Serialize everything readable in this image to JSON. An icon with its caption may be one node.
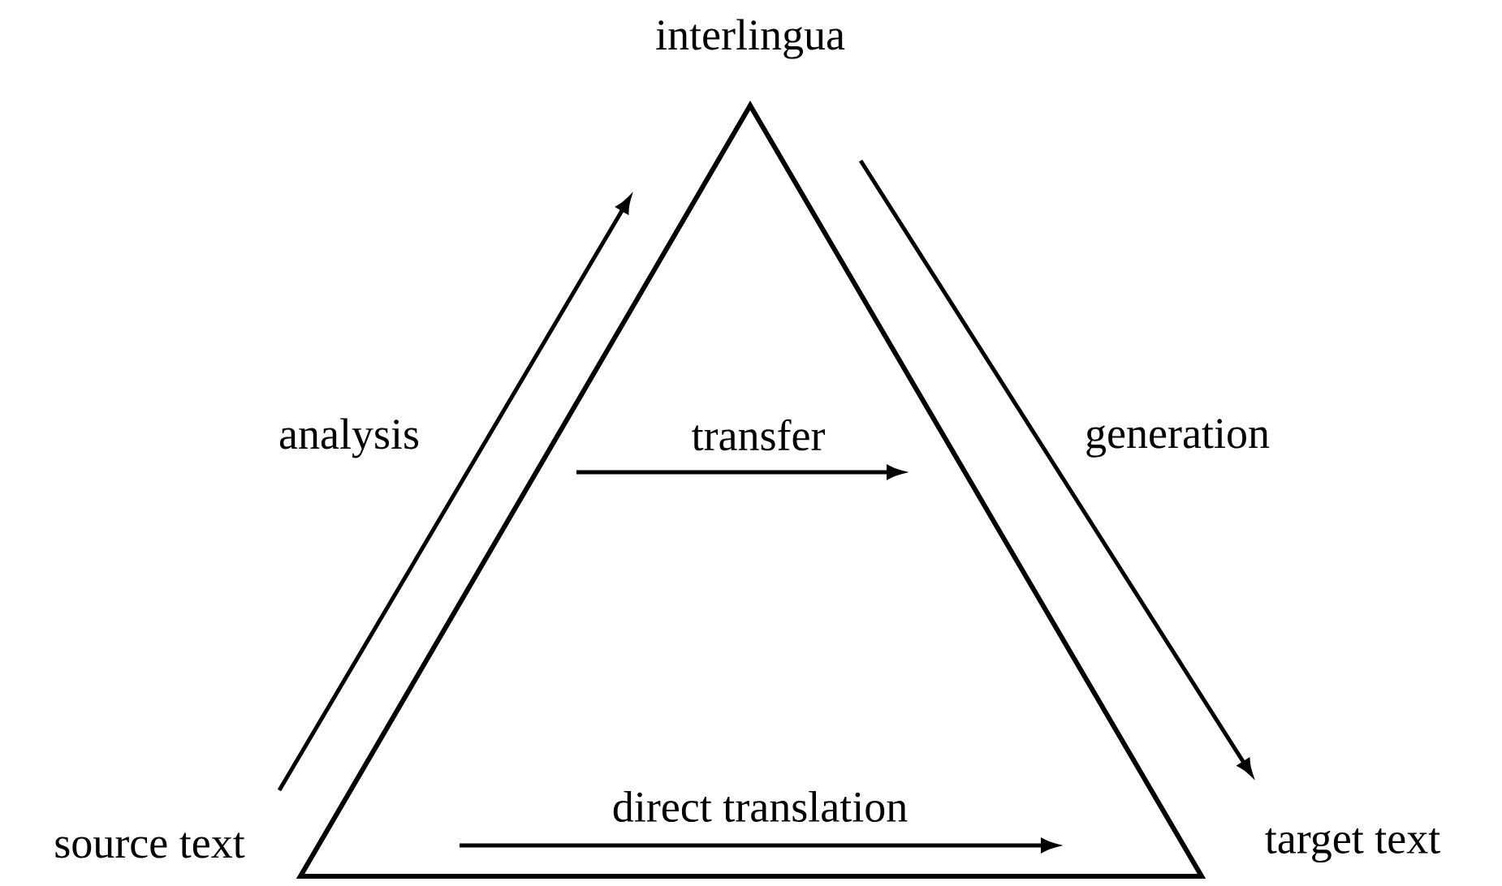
{
  "diagram": {
    "nodes": [
      {
        "text": [
          "interlingua"
        ]
      },
      {
        "text": [
          "source text"
        ]
      },
      {
        "text": [
          "target text"
        ]
      }
    ],
    "edges": [
      {
        "from": 1,
        "to": null,
        "arrow": "to",
        "label": "analysis"
      },
      {
        "from": 0,
        "to": 2,
        "arrow": "to",
        "label": "generation"
      }
    ],
    "labels": [
      "transfer",
      "direct translation"
    ]
  }
}
